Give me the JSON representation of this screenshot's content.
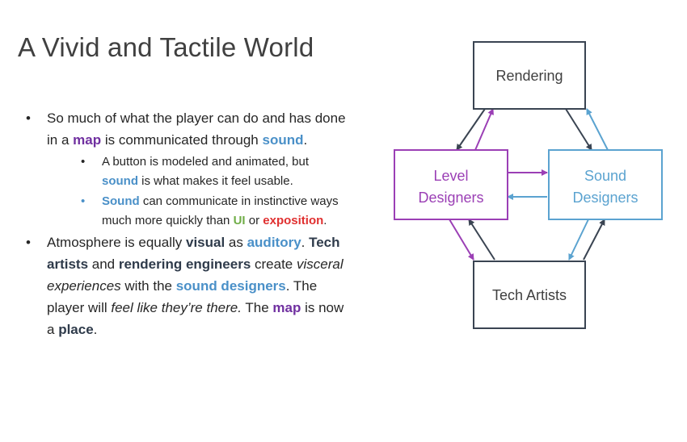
{
  "title": "A Vivid and Tactile World",
  "bullets": {
    "b1": {
      "t1": "So much of what the player can do and has done in a ",
      "map": "map",
      "t2": " is communicated through ",
      "sound": "sound",
      "t3": ".",
      "subs": {
        "s1": {
          "t1": "A button is modeled and animated, but ",
          "sound": "sound",
          "t2": " is what makes it feel usable."
        },
        "s2": {
          "sound": "Sound",
          "t1": " can communicate in instinctive ways much more quickly than ",
          "ui": "UI",
          "t2": " or ",
          "exposition": "exposition",
          "t3": "."
        }
      }
    },
    "b2": {
      "t1": "Atmosphere is equally ",
      "visual": "visual",
      "t2": " as ",
      "auditory": "auditory",
      "t3": ". ",
      "tech_artists": "Tech artists",
      "t4": " and ",
      "rendering_engineers": "rendering engineers",
      "t5": " create ",
      "visceral": "visceral experiences",
      "t6": " with the ",
      "sound_designers": "sound designers",
      "t7": ".  The player will ",
      "feel": "feel like they’re there.",
      "t8": " The ",
      "map": "map",
      "t9": " is now a ",
      "place": "place",
      "t10": "."
    }
  },
  "diagram": {
    "rendering": "Rendering",
    "level": [
      "Level",
      "Designers"
    ],
    "sound": [
      "Sound",
      "Designers"
    ],
    "tech": "Tech Artists",
    "colors": {
      "dark": "#3a4452",
      "purple": "#9b3fb5",
      "blue": "#5ba3d0"
    }
  },
  "bullet_glyph": "•"
}
